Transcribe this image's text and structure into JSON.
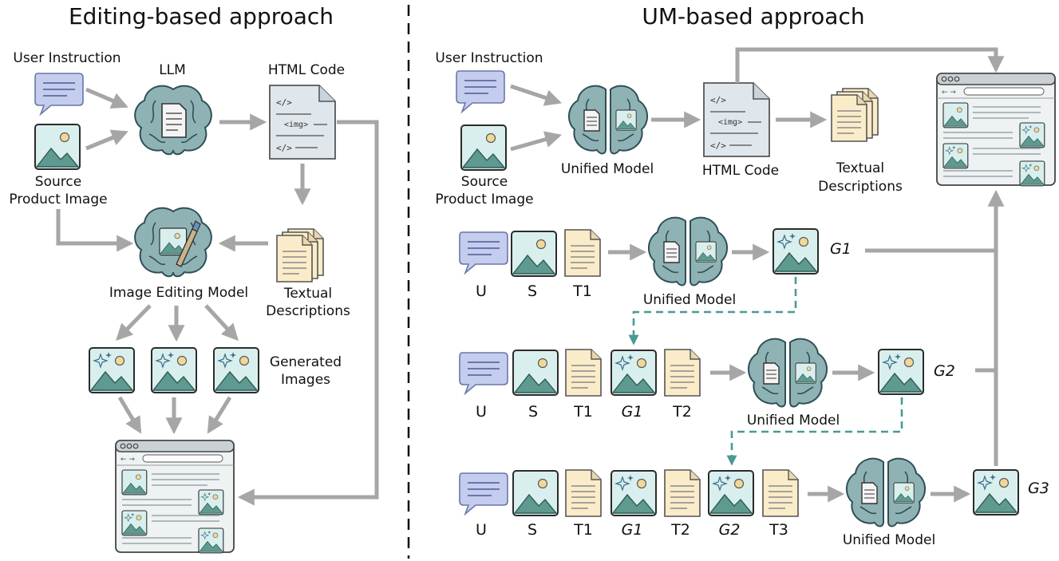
{
  "left": {
    "title": "Editing-based approach",
    "user_instruction": "User Instruction",
    "source_line1": "Source",
    "source_line2": "Product Image",
    "llm": "LLM",
    "html_code": "HTML Code",
    "image_editing_model": "Image Editing Model",
    "textual_line1": "Textual",
    "textual_line2": "Descriptions",
    "generated_line1": "Generated",
    "generated_line2": "Images"
  },
  "right": {
    "title": "UM-based approach",
    "user_instruction": "User Instruction",
    "source_line1": "Source",
    "source_line2": "Product Image",
    "unified_model": "Unified Model",
    "html_code": "HTML Code",
    "textual_line1": "Textual",
    "textual_line2": "Descriptions",
    "tokens": {
      "u": "U",
      "s": "S",
      "t1": "T1",
      "t2": "T2",
      "t3": "T3"
    },
    "outputs": {
      "g1": "G1",
      "g2": "G2",
      "g3": "G3"
    }
  },
  "colors": {
    "arrow": "#a6a6a6",
    "dashed_arrow": "#4a9a94",
    "brain": "#8fb3b5",
    "bubble": "#c4cdee",
    "document": "#fbecc9",
    "image_bg": "#d9efee",
    "mountain": "#5f9a90"
  }
}
